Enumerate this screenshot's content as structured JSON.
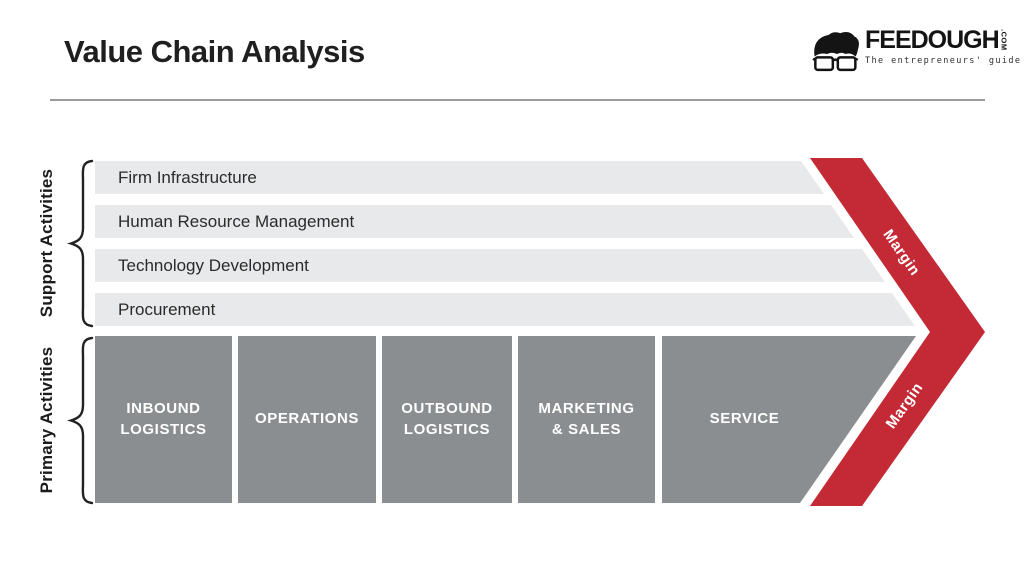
{
  "header": {
    "title": "Value Chain Analysis",
    "logo": {
      "brand": "FEEDOUGH",
      "domain": ".COM",
      "tagline": "The entrepreneurs' guide"
    }
  },
  "diagram": {
    "support_section_label": "Support Activities",
    "primary_section_label": "Primary Activities",
    "support_activities": [
      "Firm Infrastructure",
      "Human Resource Management",
      "Technology Development",
      "Procurement"
    ],
    "primary_activities": [
      "INBOUND\nLOGISTICS",
      "OPERATIONS",
      "OUTBOUND\nLOGISTICS",
      "MARKETING\n& SALES",
      "SERVICE"
    ],
    "margin_top": "Margin",
    "margin_bottom": "Margin",
    "colors": {
      "support_bar_gray": "#e8e9ea",
      "primary_block_gray": "#8b8e90",
      "margin_red": "#c42a35",
      "text_dark": "#2b2b2b"
    }
  }
}
